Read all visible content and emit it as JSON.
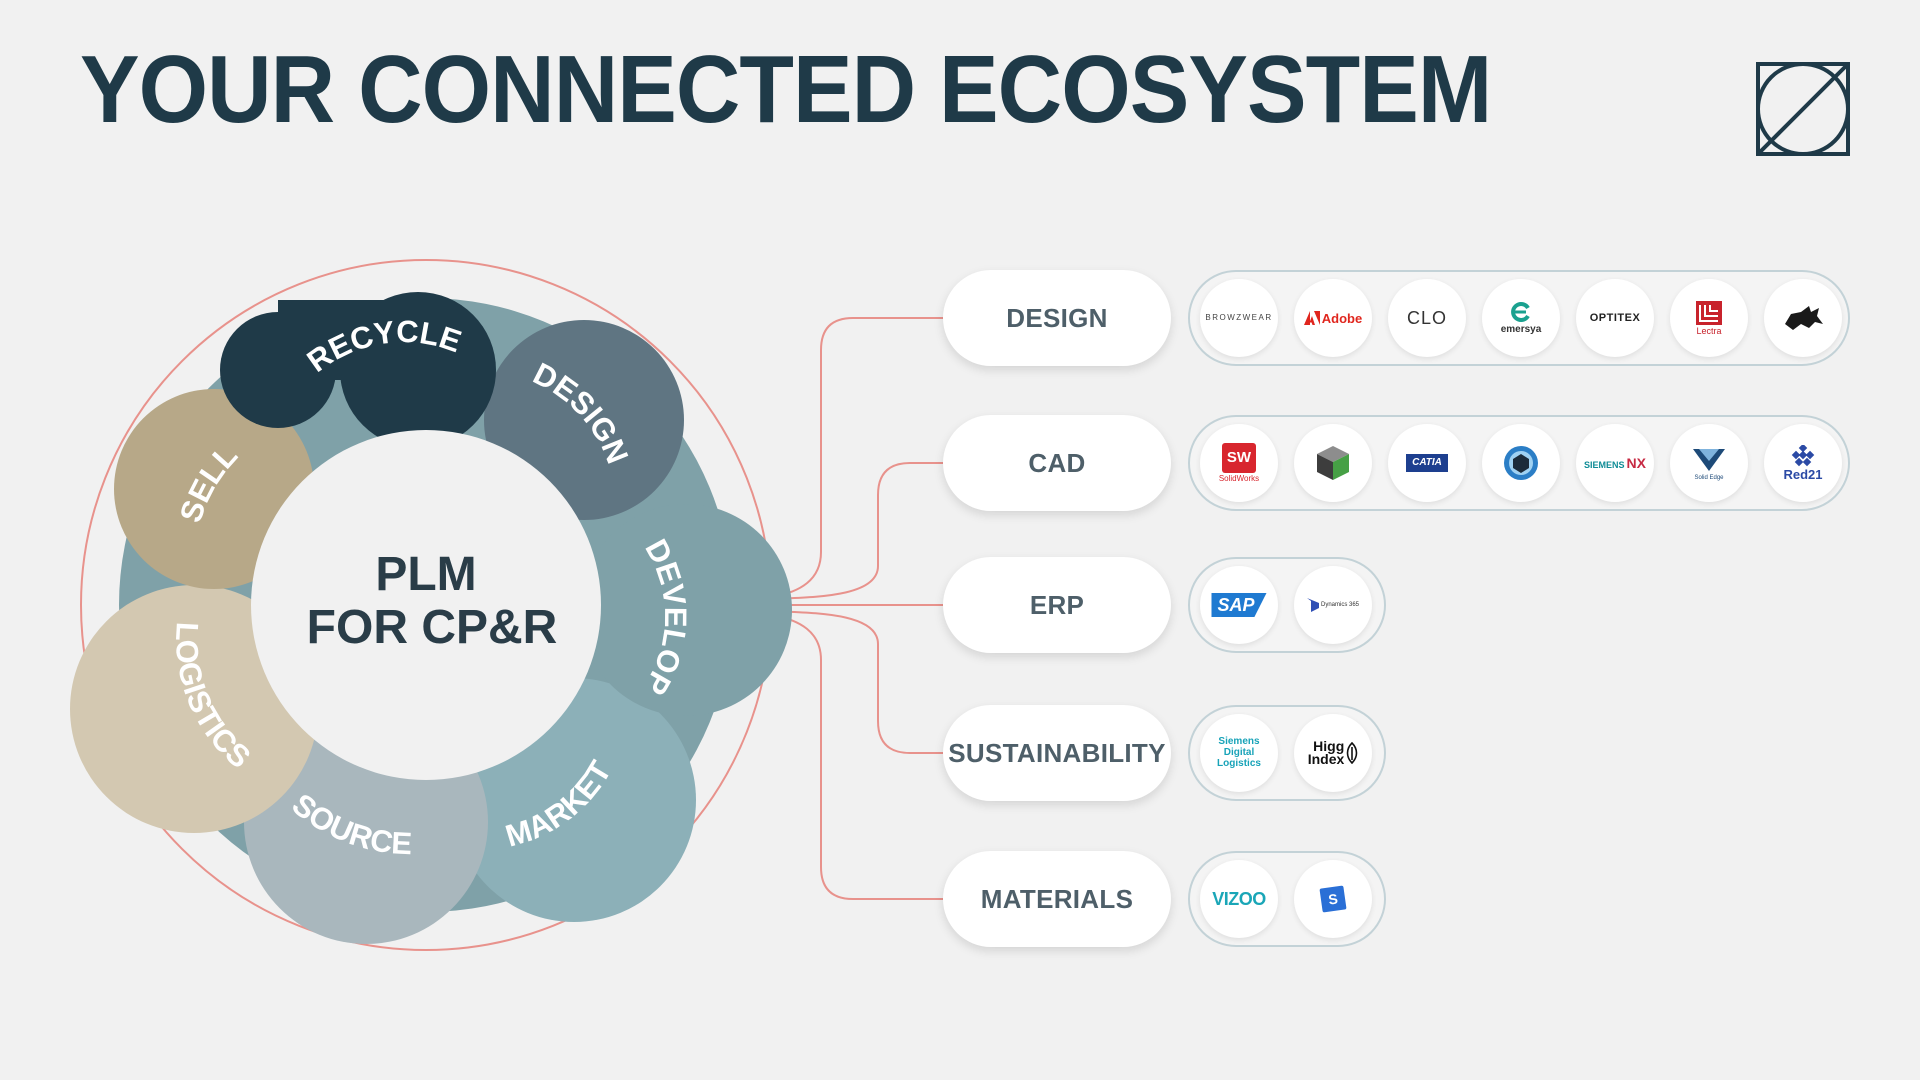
{
  "title": "YOUR CONNECTED ECOSYSTEM",
  "center": {
    "line1": "PLM",
    "line2": "FOR CP&R"
  },
  "cycle": [
    "RECYCLE",
    "DESIGN",
    "DEVELOP",
    "MARKET",
    "SOURCE",
    "LOGISTICS",
    "SELL"
  ],
  "categories": [
    {
      "label": "DESIGN",
      "tools": [
        "BROWZWEAR",
        "Adobe",
        "CLO",
        "emersya",
        "OPTITEX",
        "Lectra",
        "Rhino"
      ]
    },
    {
      "label": "CAD",
      "tools": [
        "SolidWorks",
        "3D box",
        "CATIA",
        "Keyshot",
        "SIEMENS NX",
        "Solid Edge",
        "Red21"
      ]
    },
    {
      "label": "ERP",
      "tools": [
        "SAP",
        "Dynamics 365"
      ]
    },
    {
      "label": "SUSTAINABILITY",
      "tools": [
        "Siemens Digital Logistics",
        "Higg Index"
      ]
    },
    {
      "label": "MATERIALS",
      "tools": [
        "VIZOO",
        "S"
      ]
    }
  ],
  "logos": {
    "browzwear": "BROWZWEAR",
    "adobe": "Adobe",
    "clo": "CLO",
    "emersya": "emersya",
    "optitex": "OPTITEX",
    "lectra": "Lectra",
    "solidworks": "SolidWorks",
    "solidworks_mark": "SW",
    "catia": "CATIA",
    "siemens": "SIEMENS",
    "nx": "NX",
    "solidedge": "Solid Edge",
    "red21": "Red21",
    "sap": "SAP",
    "dynamics": "Dynamics 365",
    "sdl": [
      "Siemens",
      "Digital",
      "Logistics"
    ],
    "higg": [
      "Higg",
      "Index"
    ],
    "vizoo": "VIZOO",
    "s": "S"
  },
  "colors": {
    "title": "#1f3a48",
    "connector": "#e8928c",
    "recycle": "#1f3a48",
    "design": "#5f7582",
    "develop": "#7fa1a8",
    "market": "#8cb0b8",
    "source": "#a9b7bd",
    "logistics": "#d3c8b1",
    "sell": "#b7a888"
  }
}
